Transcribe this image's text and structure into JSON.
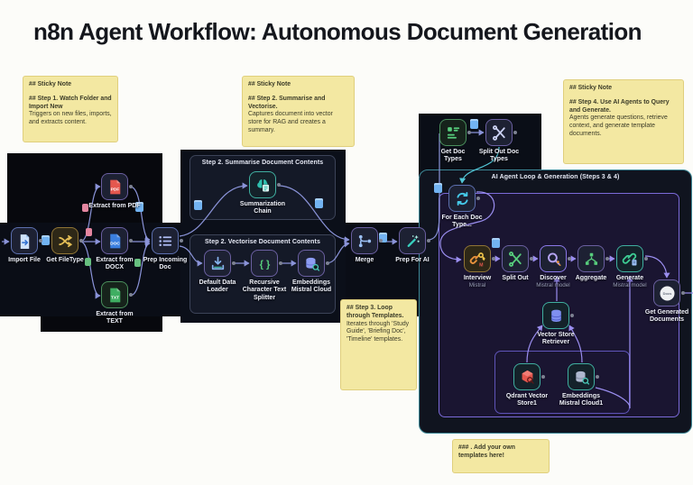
{
  "title": "n8n Agent Workflow: Autonomous Document Generation",
  "colors": {
    "sticky_bg": "#f3e8a2",
    "canvas_dark": "#0b0f19",
    "teal_accent": "#3d8796",
    "purple_accent": "#7b6ad8",
    "edge_blue": "#8a93d8",
    "edge_purple": "#9b8ef0",
    "edge_teal": "#52c8d8"
  },
  "sticky_notes": [
    {
      "heading": "## Sticky Note",
      "title": "## Step 1. Watch Folder and Import New",
      "body": "Triggers on new files, imports, and extracts content."
    },
    {
      "heading": "## Sticky Note",
      "title": "## Step 2. Summarise and Vectorise.",
      "body": "Captures document into vector store for RAG and creates a summary."
    },
    {
      "heading": "",
      "title": "## Step 3. Loop through Templates.",
      "body": "Iterates through 'Study Guide', 'Briefing Doc', 'Timeline' templates."
    },
    {
      "heading": "## Sticky Note",
      "title": "## Step 4. Use AI Agents to Query and Generate.",
      "body": "Agents generate questions, retrieve context, and generate template documents."
    },
    {
      "heading": "",
      "title": "### . Add your own templates here!",
      "body": ""
    }
  ],
  "groups": [
    {
      "id": "summarise-group",
      "title": "Step 2. Summarise Document Contents"
    },
    {
      "id": "vectorise-group",
      "title": "Step 2. Vectorise Document Contents"
    },
    {
      "id": "agent-loop-group",
      "title": "AI Agent Loop & Generation (Steps 3 & 4)"
    }
  ],
  "nodes": [
    {
      "id": "import-file",
      "label": "Import File",
      "sub": "",
      "icon": "file-import-icon"
    },
    {
      "id": "get-filetype",
      "label": "Get FileType",
      "sub": "",
      "icon": "shuffle-icon"
    },
    {
      "id": "extract-from-pdf",
      "label": "Extract from PDF",
      "sub": "",
      "icon": "pdf-file-icon"
    },
    {
      "id": "extract-from-docx",
      "label": "Extract from DOCX",
      "sub": "",
      "icon": "doc-file-icon"
    },
    {
      "id": "extract-from-text",
      "label": "Extract from TEXT",
      "sub": "",
      "icon": "txt-file-icon"
    },
    {
      "id": "prep-incoming-doc",
      "label": "Prep Incoming Doc",
      "sub": "",
      "icon": "list-icon"
    },
    {
      "id": "summarization-chain",
      "label": "Summarization Chain",
      "sub": "",
      "icon": "brain-doc-icon"
    },
    {
      "id": "default-data-loader",
      "label": "Default Data Loader",
      "sub": "",
      "icon": "download-tray-icon"
    },
    {
      "id": "recursive-character-text-splitter",
      "label": "Recursive Character Text Splitter",
      "sub": "",
      "icon": "braces-icon"
    },
    {
      "id": "embeddings-mistral-cloud",
      "label": "Embeddings Mistral Cloud",
      "sub": "",
      "icon": "db-search-icon"
    },
    {
      "id": "merge",
      "label": "Merge",
      "sub": "",
      "icon": "git-merge-icon"
    },
    {
      "id": "prep-for-ai",
      "label": "Prep For AI",
      "sub": "",
      "icon": "wand-icon"
    },
    {
      "id": "get-doc-types",
      "label": "Get Doc Types",
      "sub": "",
      "icon": "code-list-icon"
    },
    {
      "id": "split-out-doc-types",
      "label": "Split Out Doc Types",
      "sub": "",
      "icon": "scissors-icon"
    },
    {
      "id": "for-each-doc-type",
      "label": "For Each Doc Type...",
      "sub": "",
      "icon": "loop-icon"
    },
    {
      "id": "interview",
      "label": "Interview",
      "sub": "Mistral",
      "icon": "link-key-icon"
    },
    {
      "id": "split-out",
      "label": "Split Out",
      "sub": "",
      "icon": "scissors-green-icon"
    },
    {
      "id": "discover",
      "label": "Discover",
      "sub": "Mistral model",
      "icon": "search-icon"
    },
    {
      "id": "aggregate",
      "label": "Aggregate",
      "sub": "",
      "icon": "aggregate-icon"
    },
    {
      "id": "generate",
      "label": "Generate",
      "sub": "Mistral model",
      "icon": "link-doc-icon"
    },
    {
      "id": "get-generated-documents",
      "label": "Get Generated Documents",
      "sub": "",
      "icon": "docs-circle-icon"
    },
    {
      "id": "vector-store-retriever",
      "label": "Vector Store Retriever",
      "sub": "",
      "icon": "db-icon"
    },
    {
      "id": "qdrant-vector-store1",
      "label": "Qdrant Vector Store1",
      "sub": "",
      "icon": "qdrant-icon"
    },
    {
      "id": "embeddings-mistral-cloud1",
      "label": "Embeddings Mistral Cloud1",
      "sub": "",
      "icon": "db-search-gray-icon"
    }
  ]
}
